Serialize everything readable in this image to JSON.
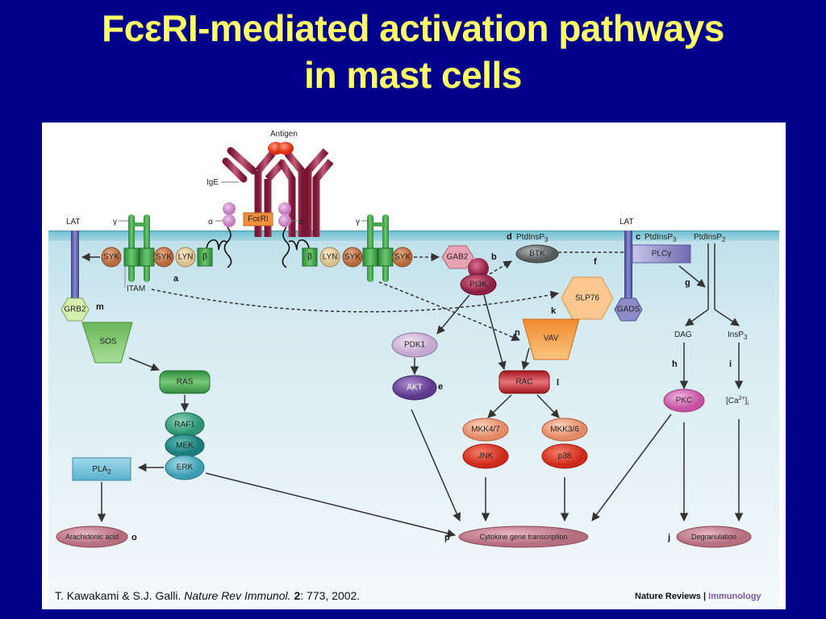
{
  "slide": {
    "title_line1": "FcεRI-mediated activation pathways",
    "title_line2": "in mast cells"
  },
  "citation": {
    "authors": "T. Kawakami & S.J. Galli.",
    "journal": "Nature Rev Immunol.",
    "volume": "2",
    "rest": ": 773, 2002."
  },
  "brand": {
    "publisher": "Nature Reviews",
    "separator": " | ",
    "section": "Immunology"
  },
  "diagram": {
    "labels": {
      "antigen": "Antigen",
      "ige": "IgE",
      "fceri": "FcεRI",
      "alpha": "α",
      "beta": "β",
      "gamma": "γ",
      "lat": "LAT",
      "itam": "ITAM",
      "ptdinsp3": "PtdInsP",
      "ptdinsp3_sub": "3",
      "ptdinsp2": "PtdInsP",
      "ptdinsp2_sub": "2",
      "dag": "DAG",
      "insp3": "InsP",
      "insp3_sub": "3",
      "ca": "[Ca",
      "ca_sup": "2+",
      "ca_close": "]",
      "ca_sub": "i"
    },
    "nodes": {
      "syk": "SYK",
      "lyn": "LYN",
      "gab2": "GAB2",
      "pi3k": "PI3K",
      "btk": "BTK",
      "plcg": "PLCγ",
      "slp76": "SLP76",
      "gads": "GADS",
      "grb2": "GRB2",
      "sos": "SOS",
      "ras": "RAS",
      "raf1": "RAF1",
      "mek": "MEK",
      "erk": "ERK",
      "pla2": "PLA",
      "pla2_sub": "2",
      "pdk1": "PDK1",
      "akt": "AKT",
      "vav": "VAV",
      "rac": "RAC",
      "mkk47": "MKK4/7",
      "mkk36": "MKK3/6",
      "jnk": "JNK",
      "p38": "p38",
      "pkc": "PKC",
      "arachidonic": "Arachidonic acid",
      "cytokine": "Cytokine gene transcription",
      "degranulation": "Degranulation"
    },
    "step_letters": {
      "a": "a",
      "b": "b",
      "c": "c",
      "d": "d",
      "e": "e",
      "f": "f",
      "g": "g",
      "h": "h",
      "i": "i",
      "j": "j",
      "k": "k",
      "l": "l",
      "m": "m",
      "n": "n",
      "o": "o",
      "p": "p"
    }
  }
}
